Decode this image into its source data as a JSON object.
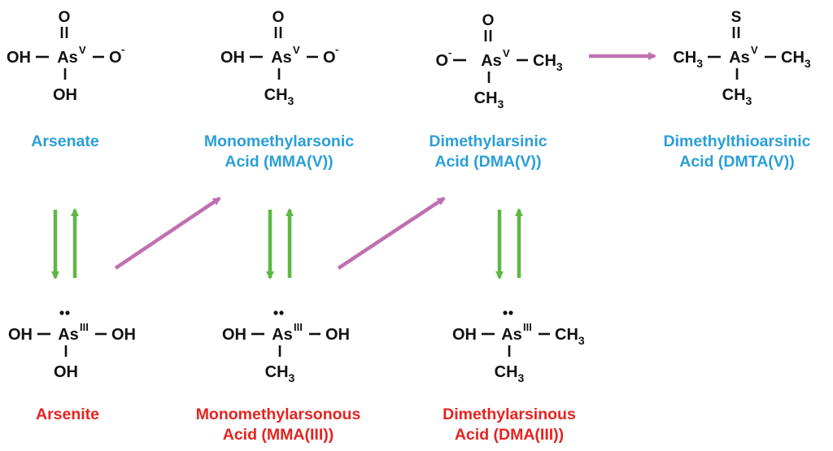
{
  "colors": {
    "atom_text": "#111111",
    "pentavalent_name": "#2a9fd8",
    "trivalent_name": "#e52420",
    "methylation_arrow": "#c06fb0",
    "redox_arrow": "#5db843"
  },
  "molecules": [
    {
      "id": "arsenate",
      "valence": "V",
      "double_bond_atom": "O",
      "left": "OH",
      "right": "O",
      "right_charge": "-",
      "left_charge": "",
      "bottom": "OH",
      "name_lines": [
        "Arsenate"
      ],
      "name_color": "pentavalent"
    },
    {
      "id": "mma-v",
      "valence": "V",
      "double_bond_atom": "O",
      "left": "OH",
      "right": "O",
      "right_charge": "-",
      "left_charge": "",
      "bottom": "CH3",
      "name_lines": [
        "Monomethylarsonic",
        "Acid (MMA(V))"
      ],
      "name_color": "pentavalent"
    },
    {
      "id": "dma-v",
      "valence": "V",
      "double_bond_atom": "O",
      "left": "O",
      "left_charge": "-",
      "right": "CH3",
      "right_charge": "",
      "bottom": "CH3",
      "name_lines": [
        "Dimethylarsinic",
        "Acid  (DMA(V))"
      ],
      "name_color": "pentavalent"
    },
    {
      "id": "dmta-v",
      "valence": "V",
      "double_bond_atom": "S",
      "left": "CH3",
      "left_charge": "",
      "right": "CH3",
      "right_charge": "",
      "bottom": "CH3",
      "name_lines": [
        "Dimethylthioarsinic",
        "Acid (DMTA(V))"
      ],
      "name_color": "pentavalent"
    },
    {
      "id": "arsenite",
      "valence": "III",
      "double_bond_atom": "",
      "left": "OH",
      "left_charge": "",
      "right": "OH",
      "right_charge": "",
      "bottom": "OH",
      "name_lines": [
        "Arsenite"
      ],
      "name_color": "trivalent"
    },
    {
      "id": "mma-iii",
      "valence": "III",
      "double_bond_atom": "",
      "left": "OH",
      "left_charge": "",
      "right": "OH",
      "right_charge": "",
      "bottom": "CH3",
      "name_lines": [
        "Monomethylarsonous",
        "Acid  (MMA(III))"
      ],
      "name_color": "trivalent"
    },
    {
      "id": "dma-iii",
      "valence": "III",
      "double_bond_atom": "",
      "left": "OH",
      "left_charge": "",
      "right": "CH3",
      "right_charge": "",
      "bottom": "CH3",
      "name_lines": [
        "Dimethylarsinous",
        "Acid (DMA(III))"
      ],
      "name_color": "trivalent"
    }
  ],
  "arrows": [
    {
      "type": "methylation",
      "from": "arsenite",
      "to": "mma-v"
    },
    {
      "type": "methylation",
      "from": "mma-iii",
      "to": "dma-v"
    },
    {
      "type": "methylation",
      "from": "dma-v",
      "to": "dmta-v"
    },
    {
      "type": "redox",
      "from": "arsenate",
      "to": "arsenite"
    },
    {
      "type": "redox",
      "from": "mma-v",
      "to": "mma-iii"
    },
    {
      "type": "redox",
      "from": "dma-v",
      "to": "dma-iii"
    }
  ]
}
